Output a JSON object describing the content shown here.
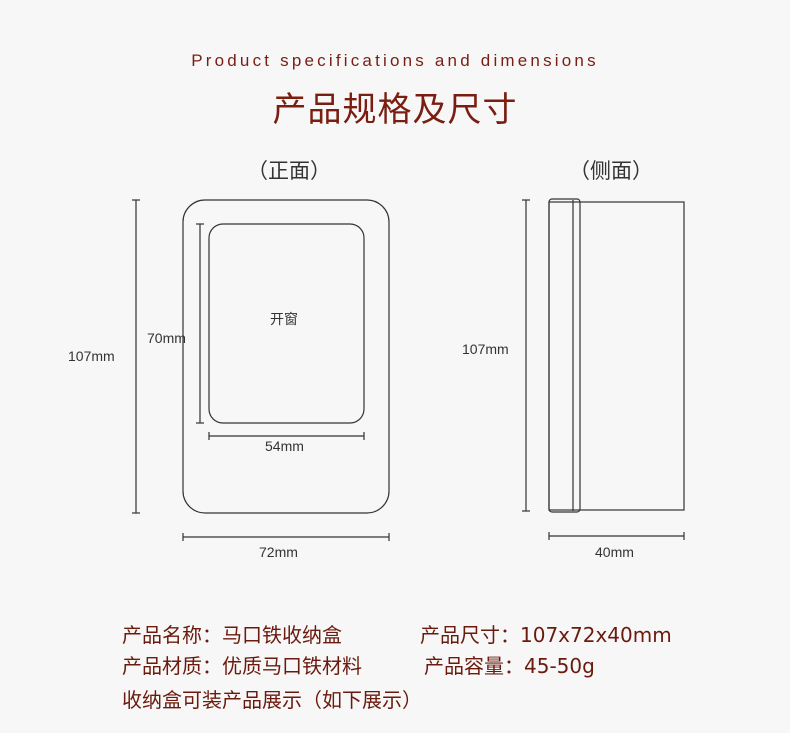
{
  "header": {
    "subtitle_en": "Product specifications and dimensions",
    "title_cn": "产品规格及尺寸"
  },
  "front_view": {
    "label": "（正面）",
    "height_label": "107mm",
    "width_label": "72mm",
    "window_label": "开窗",
    "window_height_label": "70mm",
    "window_width_label": "54mm"
  },
  "side_view": {
    "label": "（侧面）",
    "height_label": "107mm",
    "depth_label": "40mm"
  },
  "specs": {
    "name": "产品名称：马口铁收纳盒",
    "size": "产品尺寸：107x72x40mm",
    "material": "产品材质：优质马口铁材料",
    "capacity": "产品容量：45-50g",
    "note": "收纳盒可装产品展示（如下展示）"
  },
  "colors": {
    "accent": "#7a1e12",
    "line": "#333333",
    "background": "#f7f7f7"
  }
}
